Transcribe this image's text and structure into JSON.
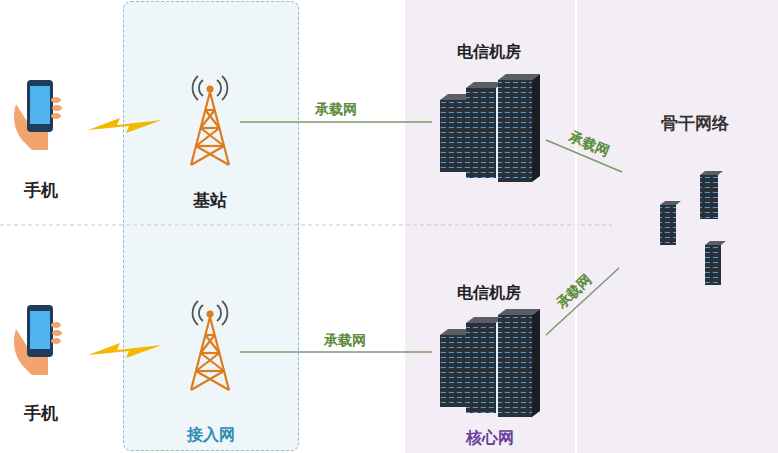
{
  "diagram": {
    "nodes": [
      {
        "text": [
          "接入网"
        ]
      },
      {
        "text": [
          "核心网"
        ]
      },
      {
        "text": [
          "手机"
        ]
      },
      {
        "text": [
          "基站"
        ],
        "in": 0
      },
      {
        "text": [
          "电信机房"
        ],
        "in": 1
      },
      {
        "text": [
          "骨干网络"
        ]
      },
      {
        "text": [
          "手机"
        ]
      },
      {
        "text": [
          "电信机房"
        ],
        "in": 1
      }
    ],
    "edges": [
      {
        "from": 3,
        "to": 4,
        "arrow": "none",
        "label": "承载网"
      },
      {
        "from": 4,
        "to": 5,
        "arrow": "none",
        "label": "承载网"
      },
      {
        "from": 7,
        "to": 5,
        "arrow": "none",
        "label": "承载网"
      }
    ],
    "labels": [
      "承载网"
    ]
  }
}
